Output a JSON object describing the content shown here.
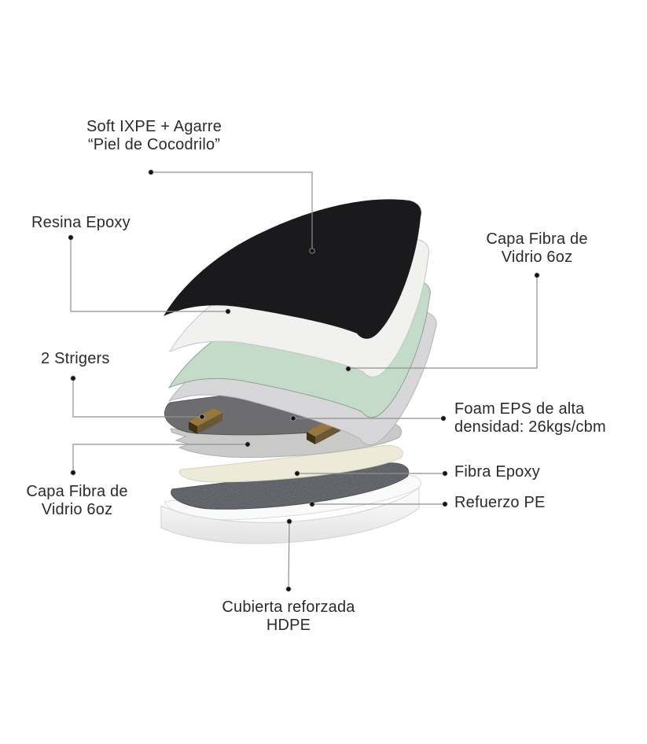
{
  "labels": {
    "soft_ixpe": {
      "line1": "Soft IXPE + Agarre",
      "line2": "“Piel de Cocodrilo”"
    },
    "resina_epoxy": {
      "line1": "Resina Epoxy"
    },
    "capa_fibra_right": {
      "line1": "Capa Fibra de",
      "line2": "Vidrio 6oz"
    },
    "strigers": {
      "line1": "2 Strigers"
    },
    "foam_eps": {
      "line1": "Foam EPS de alta",
      "line2": "densidad: 26kgs/cbm"
    },
    "capa_fibra_left": {
      "line1": "Capa Fibra de",
      "line2": "Vidrio 6oz"
    },
    "fibra_epoxy": {
      "line1": "Fibra Epoxy"
    },
    "refuerzo_pe": {
      "line1": "Refuerzo PE"
    },
    "cubierta_hdpe": {
      "line1": "Cubierta reforzada",
      "line2": "HDPE"
    }
  },
  "layers": [
    {
      "id": "soft-ixpe-deck",
      "color": "#1a1a1c"
    },
    {
      "id": "resina-epoxy",
      "color": "#f4f4f2"
    },
    {
      "id": "capa-fibra-vidrio-top",
      "color": "#c4dbca"
    },
    {
      "id": "capa-gris",
      "color": "#d7d7d9"
    },
    {
      "id": "foam-eps-core",
      "color": "#6d6d6f"
    },
    {
      "id": "capa-fibra-vidrio-bottom",
      "color": "#cbcbca"
    },
    {
      "id": "fibra-epoxy",
      "color": "#edead9"
    },
    {
      "id": "refuerzo-pe",
      "color": "#5c5f63"
    },
    {
      "id": "cubierta-hdpe-top",
      "color": "#fafafa"
    },
    {
      "id": "cubierta-hdpe-front",
      "color": "#f7f7f7"
    },
    {
      "id": "stringer-wood-top",
      "color": "#96783f"
    },
    {
      "id": "stringer-wood-front",
      "color": "#3f3118"
    },
    {
      "id": "stringer-wood-side",
      "color": "#6b5731"
    }
  ],
  "colors": {
    "background": "#ffffff",
    "text": "#2b2b2b",
    "leader_line": "#8f8f8f",
    "leader_dot": "#141414"
  }
}
